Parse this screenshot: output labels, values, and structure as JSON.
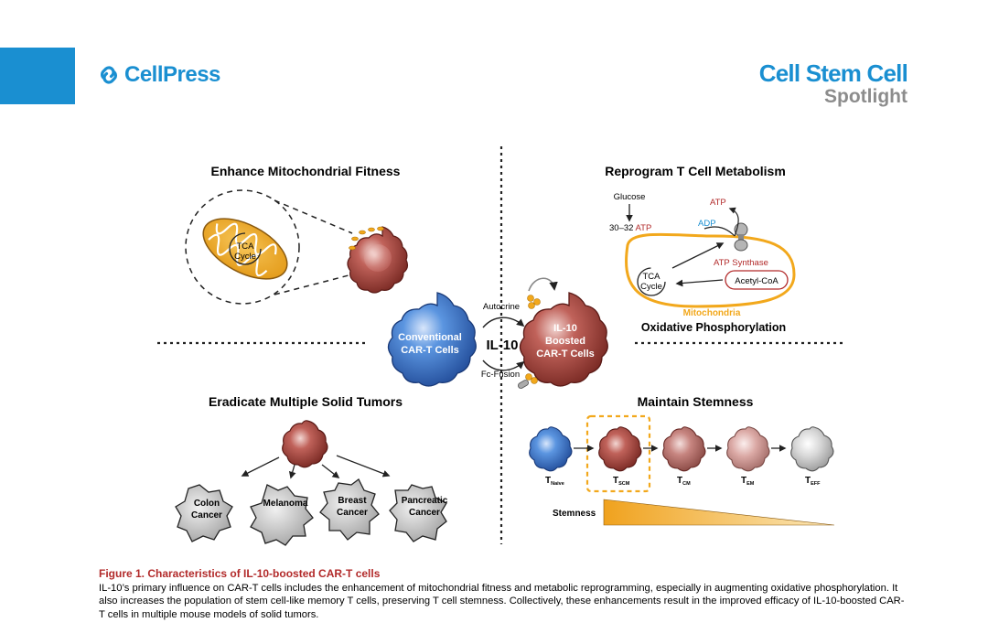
{
  "header": {
    "publisher": "CellPress",
    "journal": "Cell Stem Cell",
    "section": "Spotlight"
  },
  "figure": {
    "q1_title": "Enhance Mitochondrial Fitness",
    "q2_title": "Reprogram T Cell Metabolism",
    "q3_title": "Eradicate Multiple Solid Tumors",
    "q4_title": "Maintain Stemness",
    "tca_l1": "TCA",
    "tca_l2": "Cycle",
    "glucose": "Glucose",
    "atp_yield": "30–32 ATP",
    "atp_yield_num": "30–32",
    "atp_yield_unit": "ATP",
    "atp": "ATP",
    "adp": "ADP",
    "atp_synthase": "ATP Synthase",
    "acetyl_coa": "Acetyl-CoA",
    "mitochondria": "Mitochondria",
    "oxphos": "Oxidative Phosphorylation",
    "autocrine": "Autocrine",
    "fc_fusion": "Fc-Fusion",
    "il10": "IL-10",
    "conv_l1": "Conventional",
    "conv_l2": "CAR-T Cells",
    "boost_l1": "IL-10",
    "boost_l2": "Boosted",
    "boost_l3": "CAR-T Cells",
    "tumors": [
      {
        "l1": "Colon",
        "l2": "Cancer"
      },
      {
        "l1": "Melanoma",
        "l2": ""
      },
      {
        "l1": "Breast",
        "l2": "Cancer"
      },
      {
        "l1": "Pancreatic",
        "l2": "Cancer"
      }
    ],
    "tcells": [
      {
        "main": "T",
        "sub": "Naive"
      },
      {
        "main": "T",
        "sub": "SCM"
      },
      {
        "main": "T",
        "sub": "CM"
      },
      {
        "main": "T",
        "sub": "EM"
      },
      {
        "main": "T",
        "sub": "EFF"
      }
    ],
    "stemness": "Stemness",
    "colors": {
      "blue": "#1a8fd1",
      "red": "#b22a2a",
      "orange": "#f2a81c",
      "cell_red": "#9c3a33",
      "cell_blue": "#3f7fd0"
    }
  },
  "caption": {
    "title": "Figure 1.  Characteristics of IL-10-boosted CAR-T cells",
    "body": "IL-10’s primary influence on CAR-T cells includes the enhancement of mitochondrial fitness and metabolic reprogramming, especially in augmenting oxidative phosphorylation. It also increases the population of stem cell-like memory T cells, preserving T cell stemness. Collectively, these enhancements result in the improved efficacy of IL-10-boosted CAR-T cells in multiple mouse models of solid tumors."
  }
}
